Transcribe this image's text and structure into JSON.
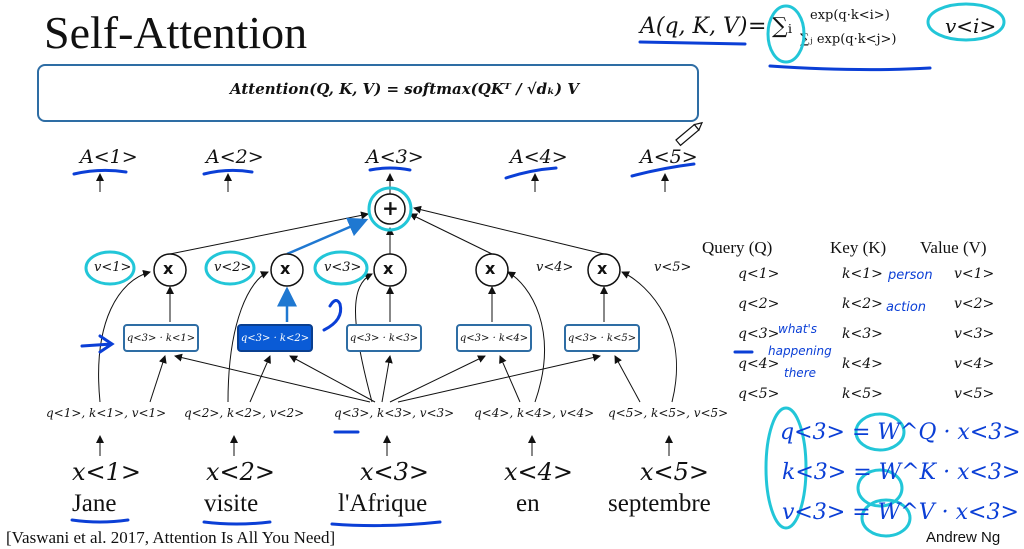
{
  "title": "Self-Attention",
  "top_formula": {
    "lhs": "A(q, K, V)",
    "equals": "=",
    "sum": "∑ᵢ",
    "numerator": "exp(q·k<i>)",
    "denominator": "∑ⱼ exp(q·k<j>)",
    "value": "v<i>"
  },
  "attention_formula": "Attention(Q, K, V) = softmax(QKᵀ / √dₖ) V",
  "outputs": [
    "A<1>",
    "A<2>",
    "A<3>",
    "A<4>",
    "A<5>"
  ],
  "plus_symbol": "+",
  "multiply_symbol": "x",
  "value_labels": [
    "v<1>",
    "v<2>",
    "v<3>",
    "v<4>",
    "v<5>"
  ],
  "dot_products": [
    "q<3> · k<1>",
    "q<3> · k<2>",
    "q<3> · k<3>",
    "q<3> · k<4>",
    "q<3> · k<5>"
  ],
  "qkv_triples": [
    "q<1>, k<1>, v<1>",
    "q<2>, k<2>, v<2>",
    "q<3>, k<3>, v<3>",
    "q<4>, k<4>, v<4>",
    "q<5>, k<5>, v<5>"
  ],
  "inputs": [
    "x<1>",
    "x<2>",
    "x<3>",
    "x<4>",
    "x<5>"
  ],
  "words": [
    "Jane",
    "visite",
    "l'Afrique",
    "en",
    "septembre"
  ],
  "table": {
    "headers": [
      "Query (Q)",
      "Key (K)",
      "Value (V)"
    ],
    "queries": [
      "q<1>",
      "q<2>",
      "q<3>",
      "q<4>",
      "q<5>"
    ],
    "keys": [
      "k<1>",
      "k<2>",
      "k<3>",
      "k<4>",
      "k<5>"
    ],
    "values": [
      "v<1>",
      "v<2>",
      "v<3>",
      "v<4>",
      "v<5>"
    ]
  },
  "handwritten": {
    "note_person": "person",
    "note_action": "action",
    "note_whats": "what's",
    "note_happening": "happening",
    "note_there": "there",
    "eq_q": "q<3> = W^Q · x<3>",
    "eq_k": "k<3> = W^K · x<3>",
    "eq_v": "v<3> = W^V · x<3>"
  },
  "citation": "[Vaswani et al. 2017, Attention Is All You Need]",
  "author": "Andrew Ng",
  "colors": {
    "box_border": "#2e6da4",
    "highlight": "#0a5bd6",
    "ink_blue": "#0b3fd6",
    "cyan": "#22c6d8"
  }
}
